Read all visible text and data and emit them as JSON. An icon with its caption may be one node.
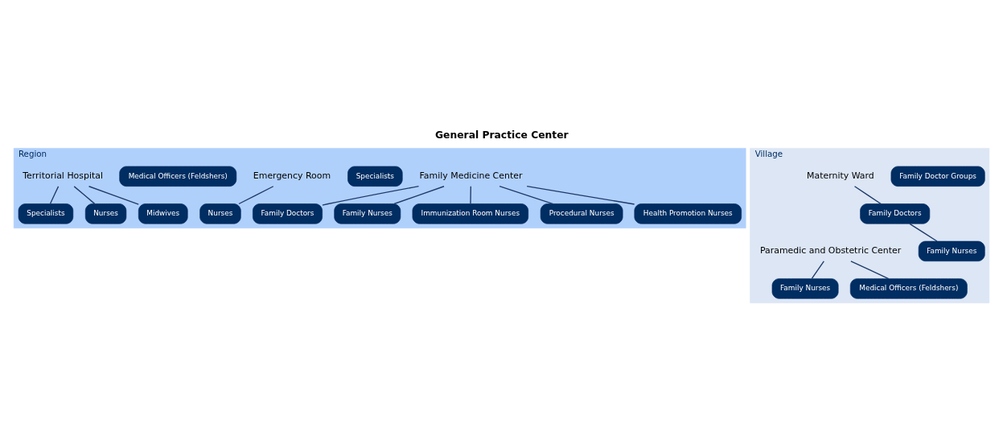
{
  "diagram": {
    "title": "General Practice Center",
    "nodes": [
      {
        "text": [
          "Region"
        ]
      },
      {
        "text": [
          "Family Medicine Center"
        ],
        "in": 0
      },
      {
        "text": [
          "Family Doctors"
        ],
        "in": 0
      },
      {
        "text": [
          "Specialists"
        ],
        "in": 0
      },
      {
        "text": [
          "Family Nurses"
        ],
        "in": 0
      },
      {
        "text": [
          "Immunization Room Nurses"
        ],
        "in": 0
      },
      {
        "text": [
          "Procedural Nurses"
        ],
        "in": 0
      },
      {
        "text": [
          "Health Promotion Nurses"
        ],
        "in": 0
      },
      {
        "text": [
          "Emergency Room"
        ],
        "in": 0
      },
      {
        "text": [
          "Nurses"
        ],
        "in": 0
      },
      {
        "text": [
          "Medical Officers (Feldshers)"
        ],
        "in": 0
      },
      {
        "text": [
          "Territorial Hospital"
        ],
        "in": 0
      },
      {
        "text": [
          "Specialists"
        ],
        "in": 0
      },
      {
        "text": [
          "Nurses"
        ],
        "in": 0
      },
      {
        "text": [
          "Midwives"
        ],
        "in": 0
      },
      {
        "text": [
          "Village"
        ]
      },
      {
        "text": [
          "Paramedic and Obstetric Center"
        ],
        "in": 15
      },
      {
        "text": [
          "Family Nurses"
        ],
        "in": 15
      },
      {
        "text": [
          "Medical Officers (Feldshers)"
        ],
        "in": 15
      },
      {
        "text": [
          "Family Doctor Groups"
        ],
        "in": 15
      },
      {
        "text": [
          "Maternity Ward"
        ],
        "in": 15
      },
      {
        "text": [
          "Family Doctors"
        ],
        "in": 15
      },
      {
        "text": [
          "Family Nurses"
        ],
        "in": 15
      }
    ],
    "edges": [
      {
        "from": 1,
        "to": 2,
        "arrow": "none"
      },
      {
        "from": 1,
        "to": 4,
        "arrow": "none"
      },
      {
        "from": 1,
        "to": 5,
        "arrow": "none"
      },
      {
        "from": 1,
        "to": 6,
        "arrow": "none"
      },
      {
        "from": 1,
        "to": 7,
        "arrow": "none"
      },
      {
        "from": 8,
        "to": 9,
        "arrow": "none"
      },
      {
        "from": 11,
        "to": 12,
        "arrow": "none"
      },
      {
        "from": 11,
        "to": 13,
        "arrow": "none"
      },
      {
        "from": 11,
        "to": 14,
        "arrow": "none"
      },
      {
        "from": 16,
        "to": 17,
        "arrow": "none"
      },
      {
        "from": 16,
        "to": 18,
        "arrow": "none"
      },
      {
        "from": 20,
        "to": 21,
        "arrow": "none"
      },
      {
        "from": 21,
        "to": 22,
        "arrow": "none"
      }
    ]
  }
}
